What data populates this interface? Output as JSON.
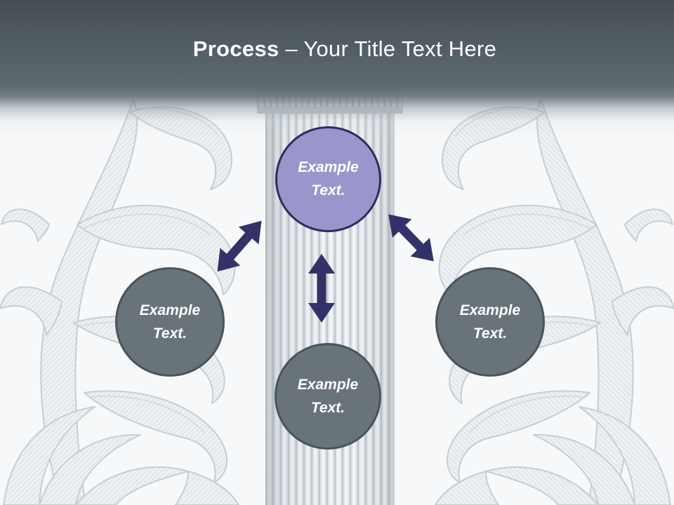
{
  "slide": {
    "title": {
      "emphasis": "Process",
      "rest": "– Your Title Text Here"
    },
    "background": {
      "description": "Faded engraving of a classical fluted column flanked by acanthus-leaf scrollwork",
      "header_gradient_top": "#454d51",
      "header_gradient_bottom": "#5f6b71",
      "canvas_color": "#f7f8f9",
      "ornament_color": "#c9d0d6"
    }
  },
  "diagram": {
    "type": "diverging-radial-process",
    "arrow_color": "#333268",
    "accent_node_fill": "#9a96cc",
    "accent_node_border": "#2e2c5f",
    "default_node_fill": "#68747a",
    "default_node_border": "#49545a",
    "nodes": [
      {
        "id": "top",
        "line1": "Example",
        "line2": "Text."
      },
      {
        "id": "left",
        "line1": "Example",
        "line2": "Text."
      },
      {
        "id": "right",
        "line1": "Example",
        "line2": "Text."
      },
      {
        "id": "bottom",
        "line1": "Example",
        "line2": "Text."
      }
    ]
  }
}
